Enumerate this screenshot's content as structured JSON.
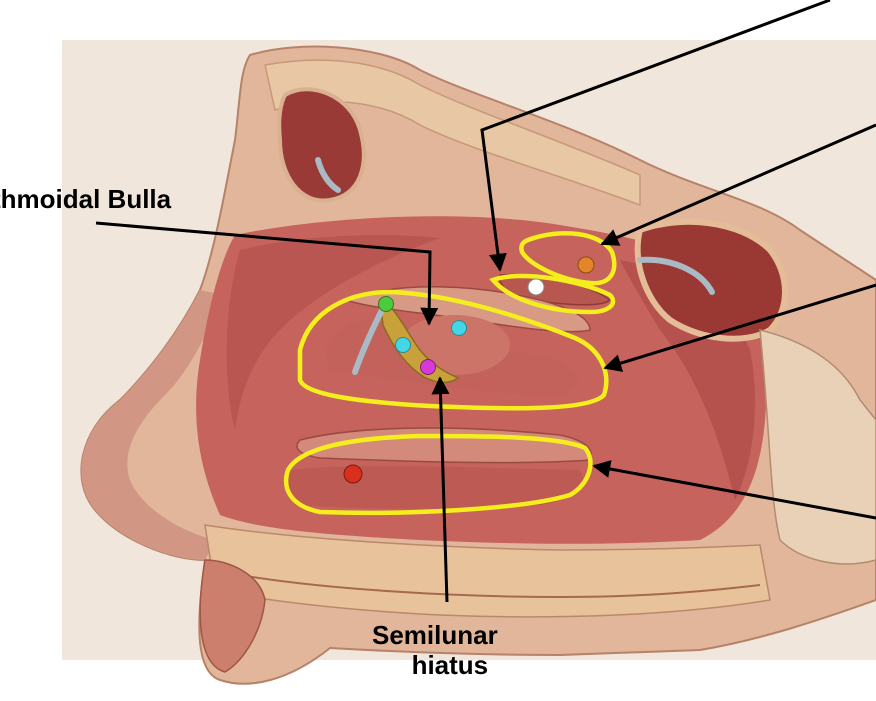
{
  "labels": {
    "ethmoidal_bulla": "thmoidal Bulla",
    "semilunar_hiatus_line1": "Semilunar",
    "semilunar_hiatus_line2": "hiatus"
  },
  "markers": [
    {
      "name": "green-opening-dot",
      "color": "#4ccb3c"
    },
    {
      "name": "cyan-opening-dot-upper",
      "color": "#43d6e6"
    },
    {
      "name": "cyan-opening-dot-lower",
      "color": "#43d6e6"
    },
    {
      "name": "magenta-opening-dot",
      "color": "#d83ad8"
    },
    {
      "name": "red-opening-dot",
      "color": "#d8301c"
    },
    {
      "name": "white-opening-dot",
      "color": "#ffffff"
    },
    {
      "name": "orange-opening-dot",
      "color": "#e3862a"
    }
  ],
  "colors": {
    "outline": "#f5ee1e",
    "mucosa": "#c5635c",
    "mucosa_dark": "#9c3c38",
    "bone": "#e9c6a0",
    "skin": "#d49a82",
    "arrow": "#000000"
  }
}
